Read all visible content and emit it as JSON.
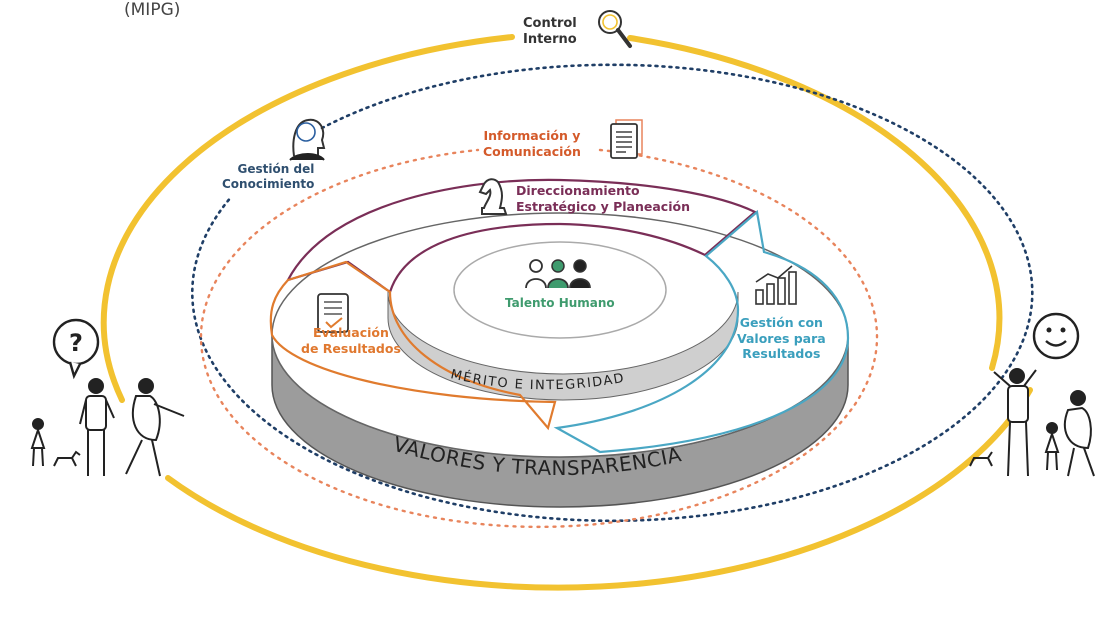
{
  "header": {
    "fragment": "(MIPG)"
  },
  "labels": {
    "control": [
      "Control",
      "Interno"
    ],
    "conocimiento": [
      "Gestión del",
      "Conocimiento"
    ],
    "informacion": [
      "Información y",
      "Comunicación"
    ],
    "direccionamiento": [
      "Direccionamiento",
      "Estratégico y Planeación"
    ],
    "talento": "Talento Humano",
    "evaluacion": [
      "Evaluación",
      "de Resultados"
    ],
    "gestion": [
      "Gestión con",
      "Valores para",
      "Resultados"
    ],
    "merito": "MÉRITO E INTEGRIDAD",
    "valores": "VALORES Y TRANSPARENCIA"
  },
  "icons": {
    "control": "magnifier-icon",
    "conocimiento": "brain-head-icon",
    "informacion": "documents-icon",
    "direccionamiento": "chess-knight-icon",
    "talento": "people-group-icon",
    "evaluacion": "checklist-icon",
    "gestion": "bar-chart-icon",
    "question": "question-bubble-icon",
    "smile": "smiley-icon"
  },
  "colors": {
    "outer_ring": "#f2c230",
    "knowledge_ring": "#1f3e66",
    "info_ring": "#e8845c",
    "direccionamiento": "#7a2e57",
    "evaluacion": "#e07b2e",
    "gestion": "#4aa7c4",
    "talento": "#3f9b6e",
    "disc_side": "#9c9c9c"
  }
}
